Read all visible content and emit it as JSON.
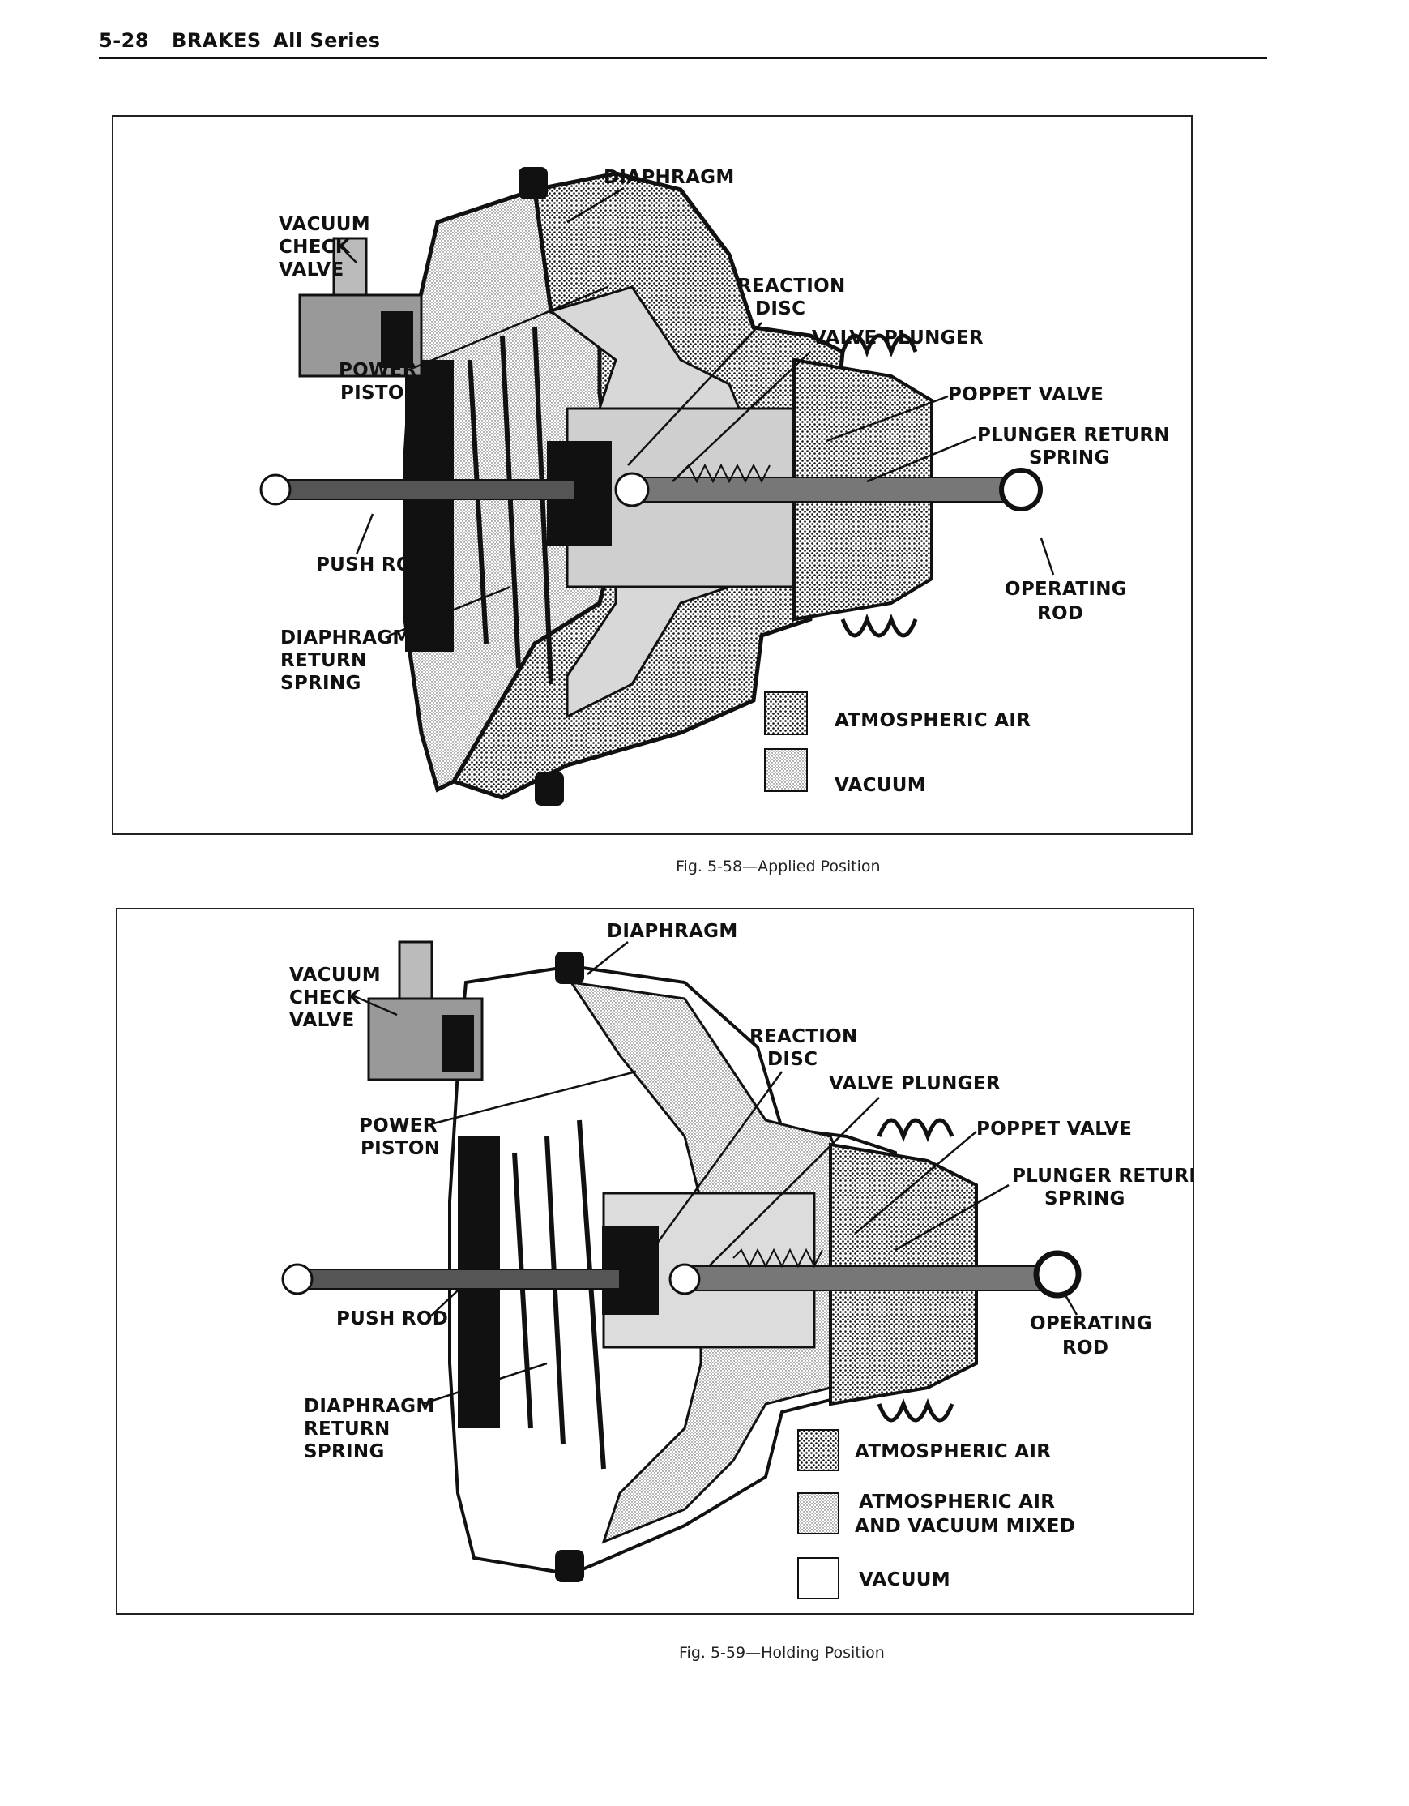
{
  "header": {
    "page_number": "5-28",
    "section": "BRAKES",
    "series": "All Series"
  },
  "figures": [
    {
      "caption": "Fig. 5-58—Applied Position",
      "labels": {
        "diaphragm": "DIAPHRAGM",
        "vacuum_check_valve": [
          "VACUUM",
          "CHECK",
          "VALVE"
        ],
        "reaction_disc": [
          "REACTION",
          "DISC"
        ],
        "valve_plunger": "VALVE PLUNGER",
        "power_piston": [
          "POWER",
          "PISTON"
        ],
        "poppet_valve": "POPPET VALVE",
        "plunger_return_spring": [
          "PLUNGER RETURN",
          "SPRING"
        ],
        "push_rod": "PUSH ROD",
        "operating_rod": [
          "OPERATING",
          "ROD"
        ],
        "diaphragm_return_spring": [
          "DIAPHRAGM",
          "RETURN",
          "SPRING"
        ]
      },
      "legend": [
        {
          "label": "ATMOSPHERIC AIR",
          "pattern": "dense-dots"
        },
        {
          "label": "VACUUM",
          "pattern": "fine-dots"
        }
      ]
    },
    {
      "caption": "Fig. 5-59—Holding Position",
      "labels": {
        "diaphragm": "DIAPHRAGM",
        "vacuum_check_valve": [
          "VACUUM",
          "CHECK",
          "VALVE"
        ],
        "reaction_disc": [
          "REACTION",
          "DISC"
        ],
        "valve_plunger": "VALVE PLUNGER",
        "poppet_valve": "POPPET VALVE",
        "plunger_return_spring": [
          "PLUNGER RETURN",
          "SPRING"
        ],
        "power_piston": [
          "POWER",
          "PISTON"
        ],
        "push_rod": "PUSH ROD",
        "operating_rod": [
          "OPERATING",
          "ROD"
        ],
        "diaphragm_return_spring": [
          "DIAPHRAGM",
          "RETURN",
          "SPRING"
        ]
      },
      "legend": [
        {
          "label": "ATMOSPHERIC AIR",
          "pattern": "dense-dots"
        },
        {
          "label": "ATMOSPHERIC AIR AND VACUUM MIXED",
          "lines": [
            "ATMOSPHERIC AIR",
            "AND VACUUM MIXED"
          ],
          "pattern": "fine-dots"
        },
        {
          "label": "VACUUM",
          "pattern": "blank"
        }
      ]
    }
  ]
}
